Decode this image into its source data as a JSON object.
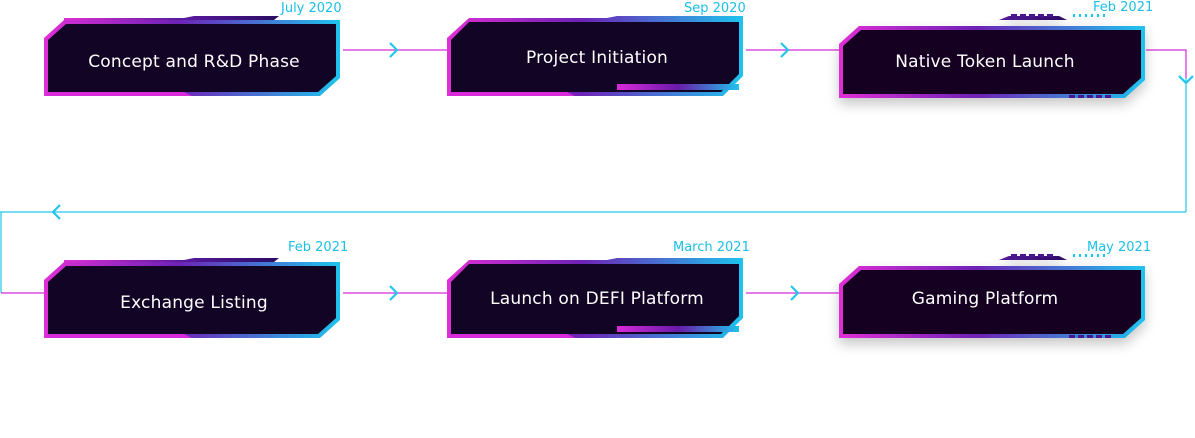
{
  "colors": {
    "line": "#23c6ec",
    "card_fill": "#120424",
    "magenta": "#d82ad8",
    "purple": "#4a1592",
    "cyan": "#19c6ee",
    "date_text": "#19bfe6",
    "label_text": "#ffffff"
  },
  "milestones": [
    {
      "label": "Concept and R&D Phase",
      "date": "July 2020",
      "style": "a"
    },
    {
      "label": "Project Initiation",
      "date": "Sep 2020",
      "style": "b"
    },
    {
      "label": "Native Token Launch",
      "date": "Feb 2021",
      "style": "c"
    },
    {
      "label": "Exchange Listing",
      "date": "Feb 2021",
      "style": "a"
    },
    {
      "label": "Launch on DEFI Platform",
      "date": "March 2021",
      "style": "b"
    },
    {
      "label": "Gaming Platform",
      "date": "May 2021",
      "style": "c"
    }
  ],
  "icons": {
    "arrow_right": "chevron-right-icon",
    "arrow_down": "chevron-down-icon",
    "arrow_left": "chevron-left-icon"
  }
}
